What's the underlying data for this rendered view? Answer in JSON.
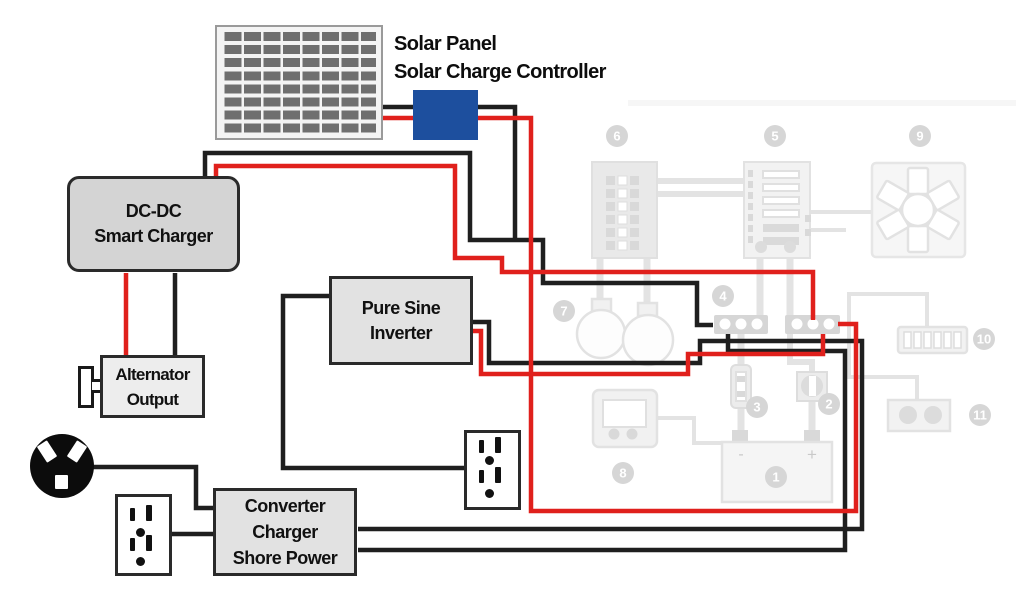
{
  "diagram": {
    "solar": {
      "line1": "Solar Panel",
      "line2": "Solar Charge Controller"
    },
    "dcdc": {
      "line1": "DC-DC",
      "line2": "Smart Charger"
    },
    "alternator": {
      "line1": "Alternator",
      "line2": "Output"
    },
    "inverter": {
      "line1": "Pure Sine",
      "line2": "Inverter"
    },
    "converter": {
      "line1": "Converter",
      "line2": "Charger",
      "line3": "Shore Power"
    },
    "battery": {
      "negative": "-",
      "positive": "+"
    }
  },
  "badges": [
    "1",
    "2",
    "3",
    "4",
    "5",
    "6",
    "7",
    "8",
    "9",
    "10",
    "11"
  ],
  "colors": {
    "wire_positive": "#e0201c",
    "wire_negative": "#1f1f1f",
    "controller_blue": "#1d4f9e",
    "component_fill": "#e2e2e2",
    "faded_gray": "#e3e3e3"
  }
}
